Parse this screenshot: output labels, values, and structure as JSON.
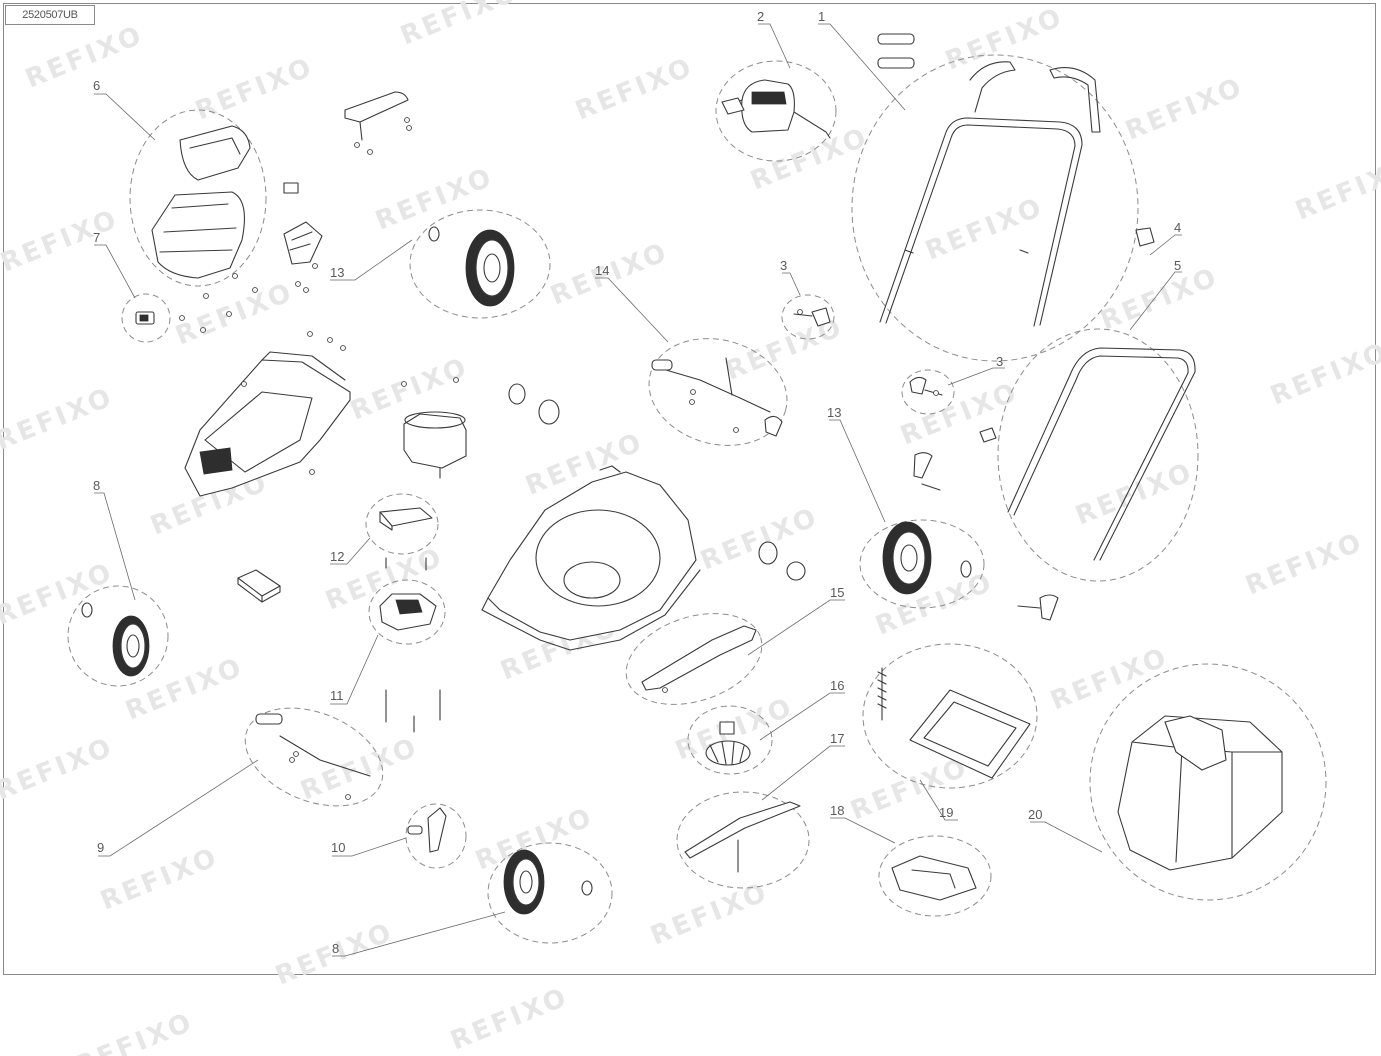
{
  "drawing_code": "2520507UB",
  "watermark_text": "REFIXO",
  "callouts": [
    "1",
    "2",
    "3",
    "3",
    "4",
    "5",
    "6",
    "7",
    "8",
    "8",
    "9",
    "10",
    "11",
    "12",
    "13",
    "13",
    "14",
    "15",
    "16",
    "17",
    "18",
    "19",
    "20"
  ],
  "line_color": "#3a3a3a",
  "dash_color": "#8c8c8c",
  "watermark_color": "#e6e6e6"
}
